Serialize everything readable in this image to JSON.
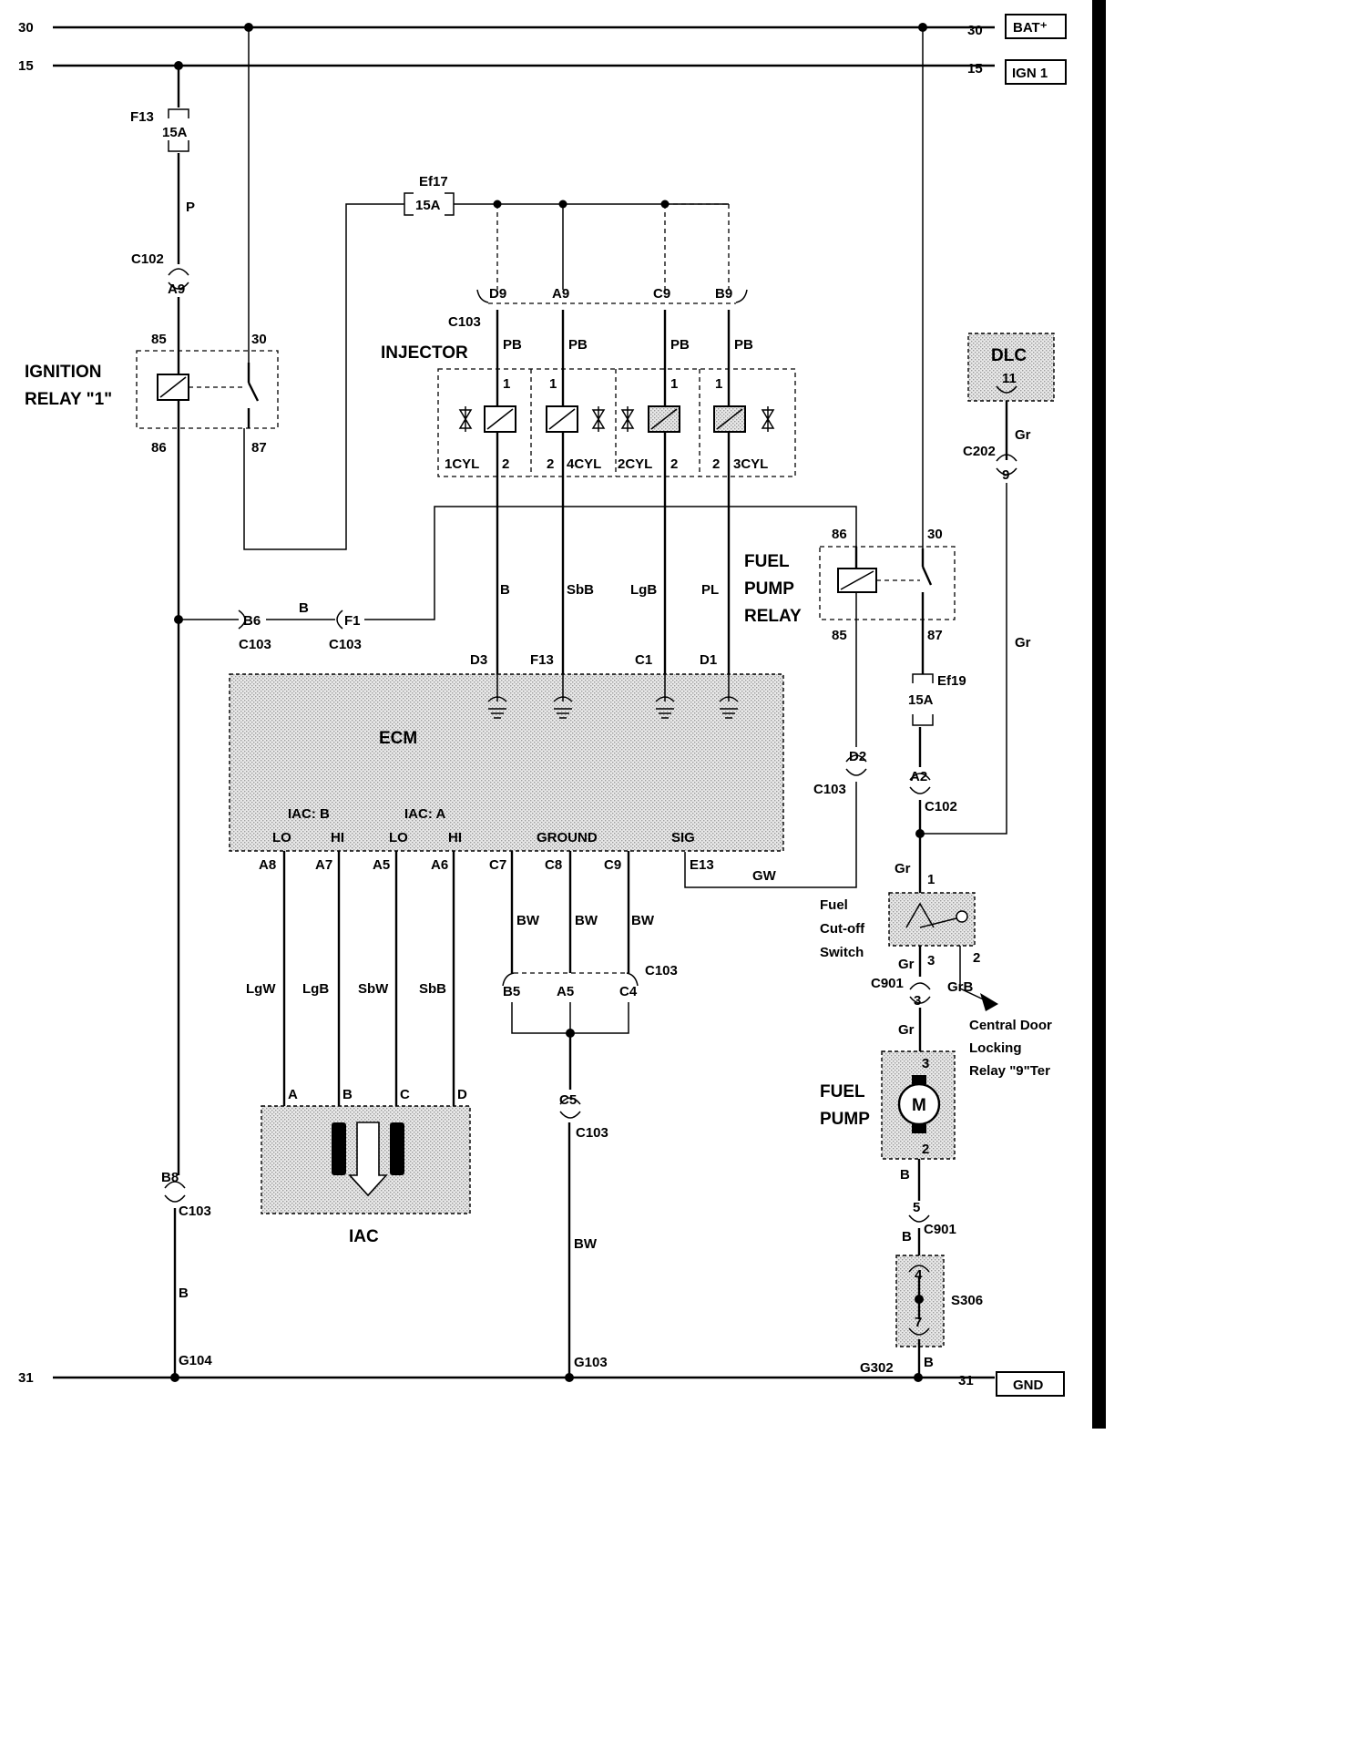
{
  "rails": {
    "r30_left": "30",
    "r15_left": "15",
    "r31_left": "31",
    "r30_right": "30",
    "r15_right": "15",
    "r31_right": "31",
    "bat_box": "BAT⁺",
    "ign_box": "IGN 1",
    "gnd_box": "GND"
  },
  "fuses": {
    "f13": "F13",
    "f13_rating": "15A",
    "ef17": "Ef17",
    "ef17_rating": "15A",
    "ef19": "Ef19",
    "ef19_rating": "15A"
  },
  "wire_colors": {
    "p": "P",
    "pb1": "PB",
    "pb2": "PB",
    "pb3": "PB",
    "pb4": "PB",
    "b_inj": "B",
    "sbb_inj": "SbB",
    "lgb_inj": "LgB",
    "pl_inj": "PL",
    "b_f1": "B",
    "gr_dlc": "Gr",
    "gr_dlc2": "Gr",
    "gw": "GW",
    "bw1": "BW",
    "bw2": "BW",
    "bw3": "BW",
    "bw_c5": "BW",
    "lgw": "LgW",
    "lgb_iac": "LgB",
    "sbw": "SbW",
    "sbb_iac": "SbB",
    "b_g104": "B",
    "gr_a": "Gr",
    "gr_b": "Gr",
    "gr_c": "Gr",
    "grb": "GrB",
    "b_pump": "B",
    "b_c901": "B",
    "b_g302": "B"
  },
  "connectors": {
    "c102_top": "C102",
    "a9_top": "A9",
    "c103_inj": "C103",
    "d9": "D9",
    "a9_inj": "A9",
    "c9_inj": "C9",
    "b9_inj": "B9",
    "b6": "B6",
    "c103_b6": "C103",
    "f1": "F1",
    "c103_f1": "C103",
    "d3": "D3",
    "f13_ecm": "F13",
    "c1": "C1",
    "d1": "D1",
    "d2": "D2",
    "c103_d2": "C103",
    "a2": "A2",
    "c102_a2": "C102",
    "c202": "C202",
    "pin9_c202": "9",
    "a8": "A8",
    "a7": "A7",
    "a5": "A5",
    "a6": "A6",
    "c7": "C7",
    "c8": "C8",
    "c9_ecm": "C9",
    "e13": "E13",
    "b5": "B5",
    "a5_c103": "A5",
    "c4": "C4",
    "c103_bot": "C103",
    "c5": "C5",
    "c103_c5": "C103",
    "b8": "B8",
    "c103_b8": "C103",
    "c901_top": "C901",
    "pin3_c901": "3",
    "pin5_c901": "5",
    "c901_bot": "C901",
    "s306": "S306",
    "s306_4": "4",
    "s306_7": "7",
    "g104": "G104",
    "g103": "G103",
    "g302": "G302"
  },
  "components": {
    "ign_relay_title": "IGNITION",
    "ign_relay_title2": "RELAY \"1\"",
    "ign_85": "85",
    "ign_30": "30",
    "ign_86": "86",
    "ign_87": "87",
    "injector_title": "INJECTOR",
    "inj_pin1_a": "1",
    "inj_pin1_b": "1",
    "inj_pin1_c": "1",
    "inj_pin1_d": "1",
    "inj_1cyl": "1CYL",
    "inj_4cyl": "4CYL",
    "inj_2cyl": "2CYL",
    "inj_3cyl": "3CYL",
    "inj_pin2_a": "2",
    "inj_pin2_b": "2",
    "inj_pin2_c": "2",
    "inj_pin2_d": "2",
    "dlc_title": "DLC",
    "dlc_pin": "11",
    "fp_relay_title1": "FUEL",
    "fp_relay_title2": "PUMP",
    "fp_relay_title3": "RELAY",
    "fp_86": "86",
    "fp_30": "30",
    "fp_85": "85",
    "fp_87": "87",
    "ecm_title": "ECM",
    "iac_b": "IAC: B",
    "iac_a": "IAC: A",
    "lo1": "LO",
    "hi1": "HI",
    "lo2": "LO",
    "hi2": "HI",
    "ground": "GROUND",
    "sig": "SIG",
    "iac_title": "IAC",
    "iac_pin_a": "A",
    "iac_pin_b": "B",
    "iac_pin_c": "C",
    "iac_pin_d": "D",
    "fcs_title1": "Fuel",
    "fcs_title2": "Cut-off",
    "fcs_title3": "Switch",
    "fcs_pin1": "1",
    "fcs_pin2": "2",
    "fcs_pin3": "3",
    "cdl1": "Central Door",
    "cdl2": "Locking",
    "cdl3": "Relay \"9\"Ter",
    "fp_title1": "FUEL",
    "fp_title2": "PUMP",
    "motor": "M",
    "fp_pin3": "3",
    "fp_pin2": "2"
  }
}
